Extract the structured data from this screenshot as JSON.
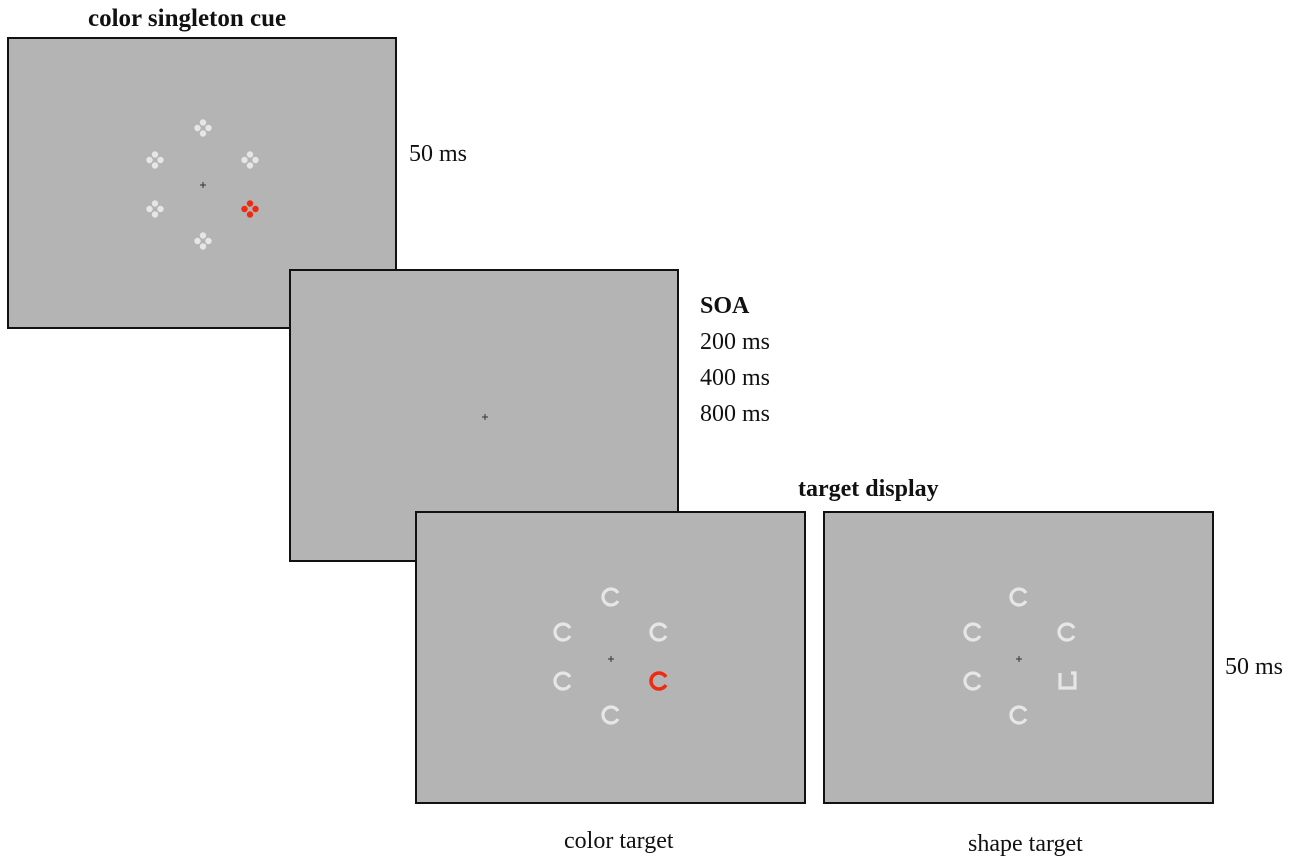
{
  "cue": {
    "title": "color singleton cue",
    "duration": "50 ms"
  },
  "soa": {
    "title": "SOA",
    "values": [
      "200 ms",
      "400 ms",
      "800 ms"
    ]
  },
  "target": {
    "title": "target display",
    "duration": "50 ms",
    "color_caption": "color target",
    "shape_caption": "shape target"
  },
  "colors": {
    "background": "#b4b4b4",
    "stimulus": "#e6e6e6",
    "singleton": "#ee2a10",
    "frame": "#111111",
    "fixation": "#333333"
  }
}
